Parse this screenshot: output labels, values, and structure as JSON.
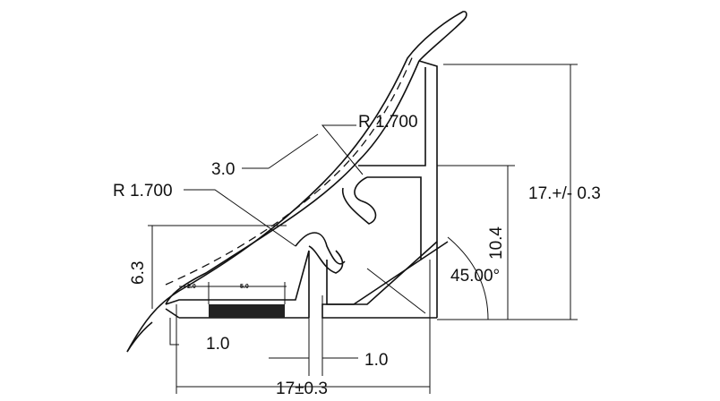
{
  "drawing": {
    "dimensions": {
      "radius_top": "R 1.700",
      "radius_left": "R 1.700",
      "lip_thickness": "3.0",
      "total_height": "17.+/- 0.3",
      "inner_height": "10.4",
      "angle": "45.00°",
      "base_height": "6.3",
      "tape_offset": "2.0",
      "tape_width": "5.0",
      "left_thickness": "1.0",
      "leg_thickness": "1.0",
      "total_width": "17±0.3"
    }
  }
}
